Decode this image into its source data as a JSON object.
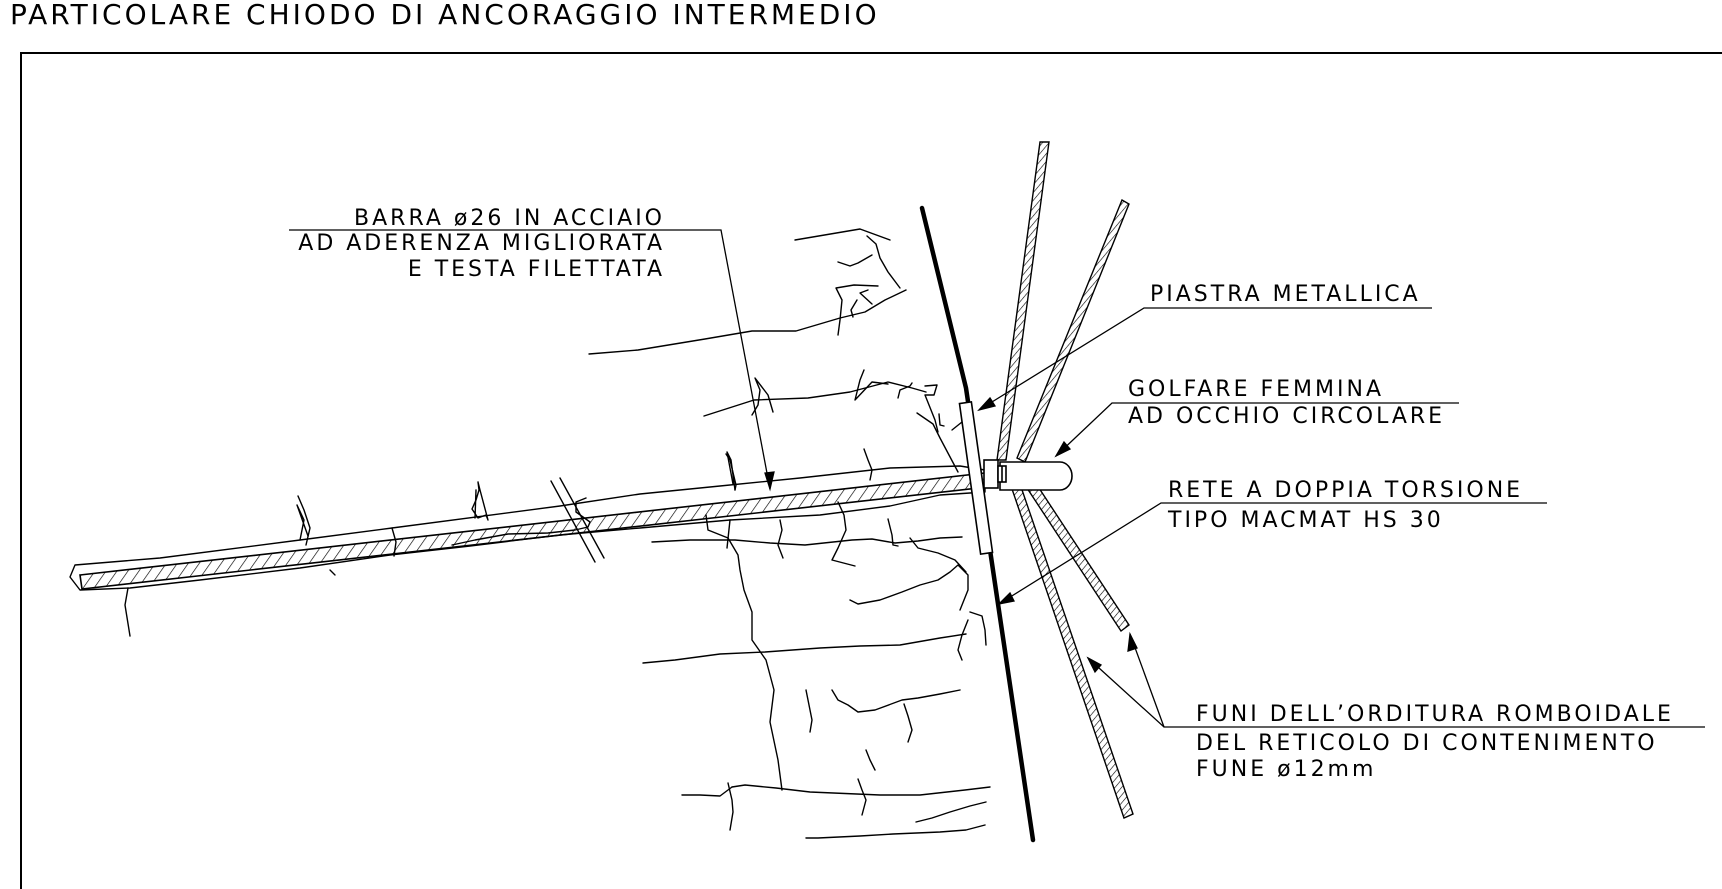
{
  "title": "PARTICOLARE CHIODO DI ANCORAGGIO INTERMEDIO",
  "labels": {
    "barra": [
      "BARRA ø26 IN ACCIAIO",
      "AD ADERENZA MIGLIORATA",
      "E TESTA FILETTATA"
    ],
    "piastra": [
      "PIASTRA METALLICA"
    ],
    "golfare": [
      "GOLFARE FEMMINA",
      "AD OCCHIO CIRCOLARE"
    ],
    "rete": [
      "RETE A DOPPIA TORSIONE",
      "TIPO MACMAT HS 30"
    ],
    "funi": [
      "FUNI DELL’ORDITURA ROMBOIDALE",
      "DEL RETICOLO DI CONTENIMENTO",
      "FUNE ø12mm"
    ]
  }
}
